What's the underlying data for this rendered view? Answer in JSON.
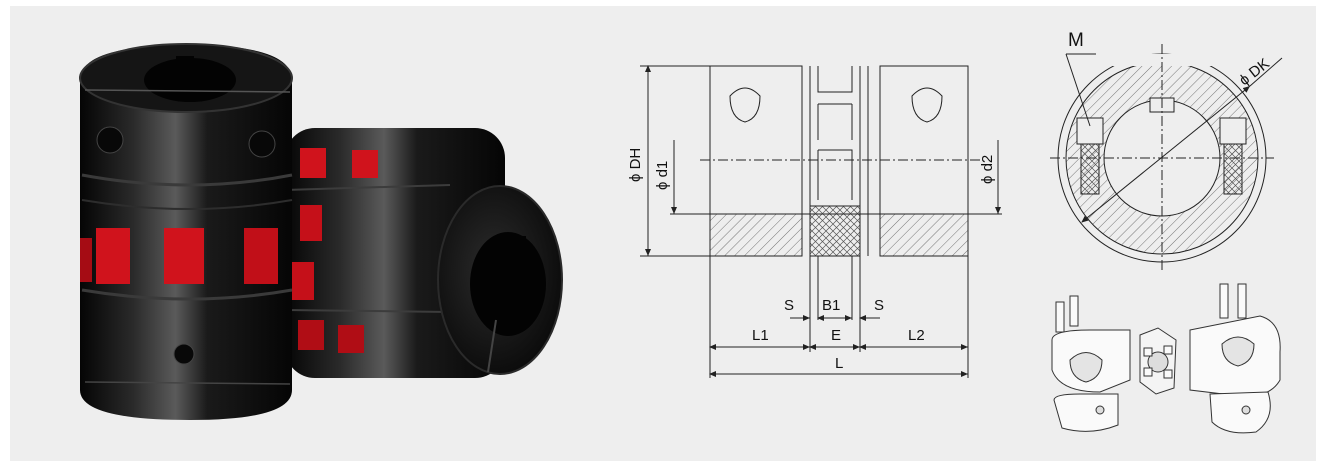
{
  "product_photo": {
    "name": "jaw-coupling-photo"
  },
  "dimension_drawing": {
    "diameter_DH": "ϕ DH",
    "diameter_d1": "ϕ d1",
    "diameter_d2": "ϕ d2",
    "gap_S_left": "S",
    "gap_S_right": "S",
    "spider_B1": "B1",
    "hub_length_L1": "L1",
    "spider_length_E": "E",
    "hub_length_L2": "L2",
    "total_length_L": "L"
  },
  "end_view": {
    "screw_M": "M",
    "diameter_DK": "ϕ DK"
  },
  "colors": {
    "background": "#eeeeee",
    "coupling_body": "#111111",
    "spider_insert": "#d0131c",
    "line": "#222222"
  }
}
